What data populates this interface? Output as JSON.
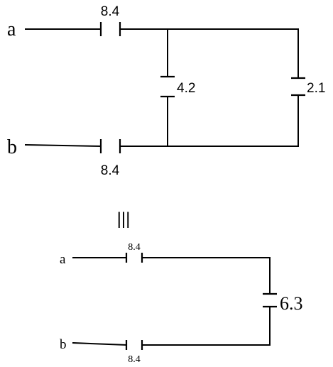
{
  "top_circuit": {
    "terminal_a": "a",
    "terminal_b": "b",
    "cap_top": "8.4",
    "cap_bottom": "8.4",
    "cap_middle": "4.2",
    "cap_right": "2.1"
  },
  "equivalence_sign": "|||",
  "bottom_circuit": {
    "terminal_a": "a",
    "terminal_b": "b",
    "cap_top": "8.4",
    "cap_bottom": "8.4",
    "cap_right": "6.3"
  }
}
